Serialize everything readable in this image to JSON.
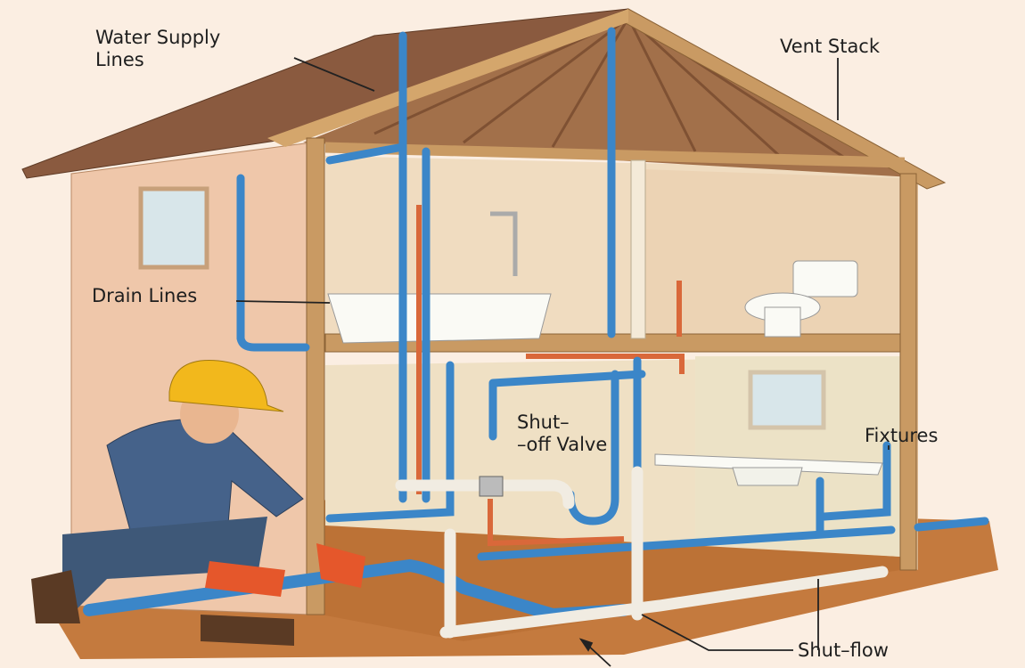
{
  "labels": {
    "water_supply": "Water Supply\nLines",
    "vent_stack": "Vent Stack",
    "drain_lines": "Drain Lines",
    "shutoff_valve": "Shut–\n–off Valve",
    "fixtures": "Fixtures",
    "shut_flow": "Shut–flow"
  },
  "colors": {
    "supply_pipe": "#3b86c8",
    "hot_pipe": "#d9683a",
    "drain_pipe": "#f1ece2",
    "wall": "#efc9ad",
    "roof": "#8a5a3f",
    "wood": "#c99a63",
    "floor": "#c0783a",
    "helmet": "#f2b81c"
  }
}
